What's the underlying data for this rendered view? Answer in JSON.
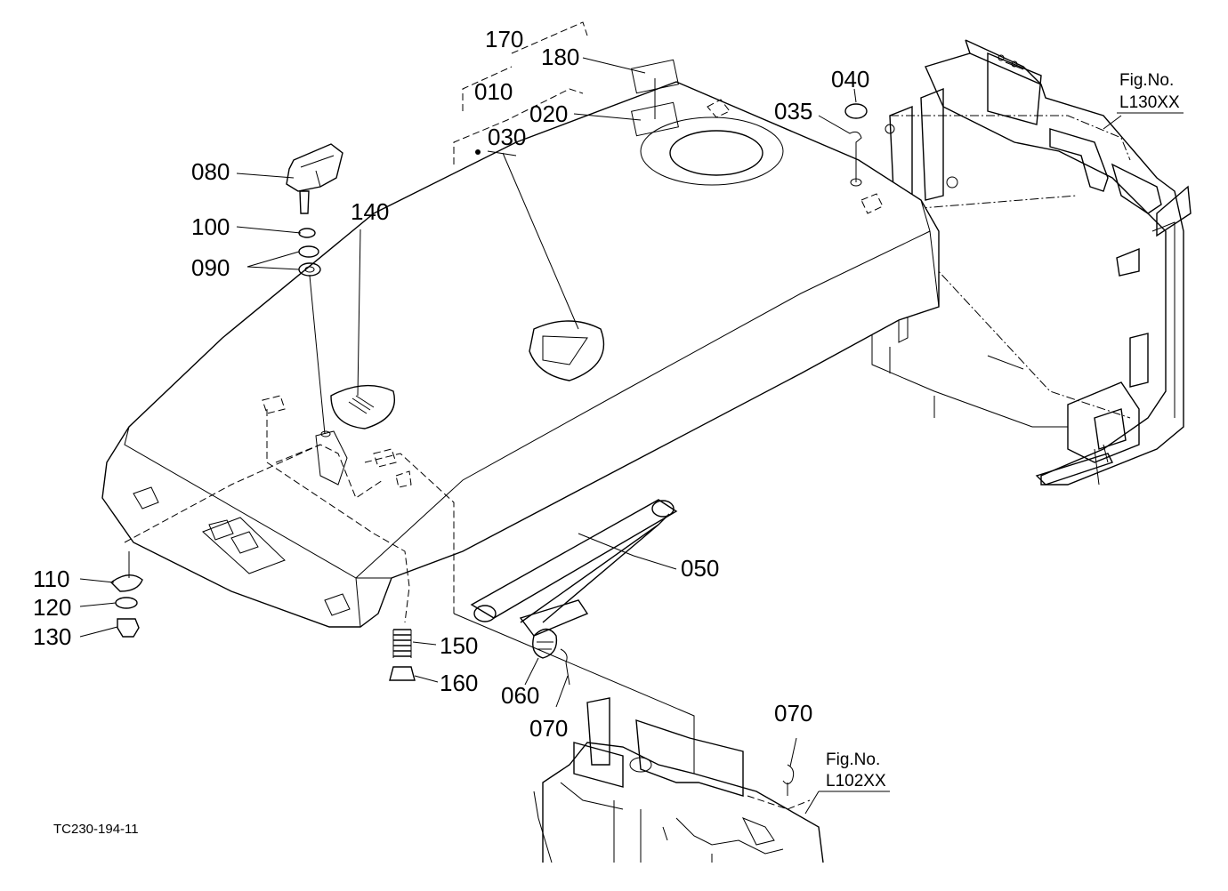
{
  "parts": [
    {
      "id": "170",
      "label": "170"
    },
    {
      "id": "180",
      "label": "180"
    },
    {
      "id": "010",
      "label": "010"
    },
    {
      "id": "020",
      "label": "020"
    },
    {
      "id": "030",
      "label": "030"
    },
    {
      "id": "040",
      "label": "040"
    },
    {
      "id": "035",
      "label": "035"
    },
    {
      "id": "080",
      "label": "080"
    },
    {
      "id": "140",
      "label": "140"
    },
    {
      "id": "100",
      "label": "100"
    },
    {
      "id": "090",
      "label": "090"
    },
    {
      "id": "050",
      "label": "050"
    },
    {
      "id": "110",
      "label": "110"
    },
    {
      "id": "120",
      "label": "120"
    },
    {
      "id": "130",
      "label": "130"
    },
    {
      "id": "150",
      "label": "150"
    },
    {
      "id": "160",
      "label": "160"
    },
    {
      "id": "060",
      "label": "060"
    },
    {
      "id": "070a",
      "label": "070"
    },
    {
      "id": "070b",
      "label": "070"
    }
  ],
  "fig_refs": {
    "top": {
      "line1": "Fig.No.",
      "line2": "L130XX"
    },
    "bottom": {
      "line1": "Fig.No.",
      "line2": "L102XX"
    }
  },
  "drawing_code": "TC230-194-11"
}
